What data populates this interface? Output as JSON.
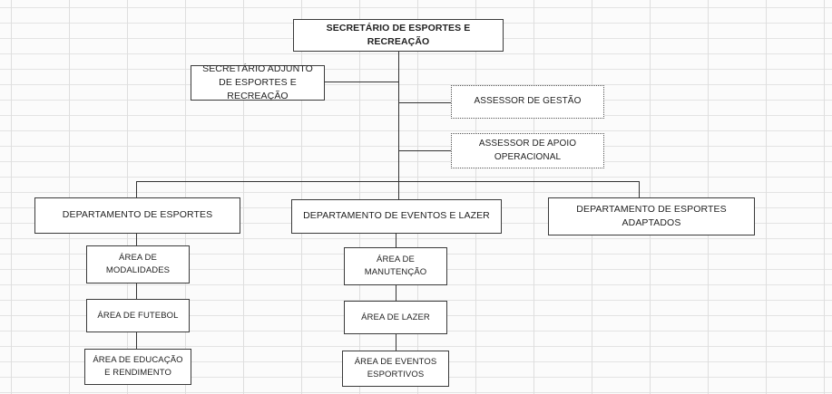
{
  "org_chart": {
    "top": "SECRETÁRIO DE ESPORTES E RECREAÇÃO",
    "deputy": "SECRETÁRIO ADJUNTO DE ESPORTES E RECREAÇÃO",
    "advisors": [
      "ASSESSOR DE GESTÃO",
      "ASSESSOR DE APOIO OPERACIONAL"
    ],
    "departments": [
      {
        "name": "DEPARTAMENTO DE ESPORTES",
        "areas": [
          "ÁREA DE MODALIDADES",
          "ÁREA DE FUTEBOL",
          "ÁREA DE EDUCAÇÃO E RENDIMENTO"
        ]
      },
      {
        "name": "DEPARTAMENTO DE EVENTOS E LAZER",
        "areas": [
          "ÁREA DE MANUTENÇÃO",
          "ÁREA DE LAZER",
          "ÁREA DE EVENTOS ESPORTIVOS"
        ]
      },
      {
        "name": "DEPARTAMENTO DE ESPORTES ADAPTADOS",
        "areas": []
      }
    ]
  }
}
